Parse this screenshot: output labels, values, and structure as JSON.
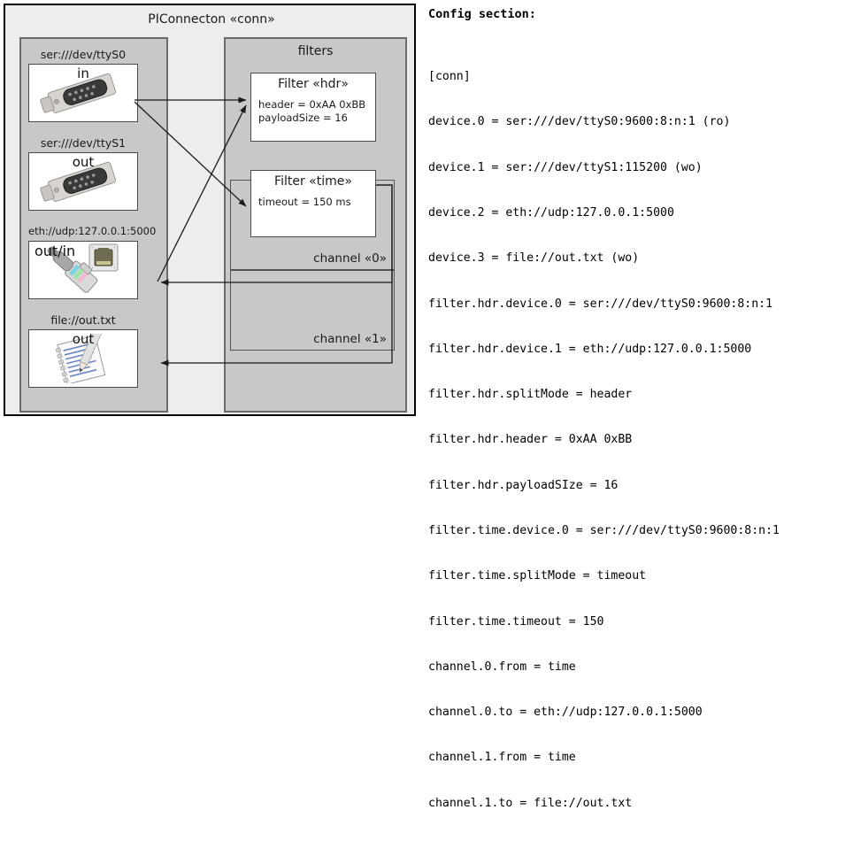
{
  "diagram": {
    "title": "PIConnecton «conn»",
    "devices_group": {
      "devices": [
        {
          "label": "ser:///dev/ttyS0",
          "io": "in",
          "icon": "serial-connector-icon"
        },
        {
          "label": "ser:///dev/ttyS1",
          "io": "out",
          "icon": "serial-connector-icon"
        },
        {
          "label": "eth://udp:127.0.0.1:5000",
          "io": "out/in",
          "icon": "ethernet-plug-icon"
        },
        {
          "label": "file://out.txt",
          "io": "out",
          "icon": "text-file-pencil-icon"
        }
      ]
    },
    "filters_group": {
      "title": "filters",
      "filters": [
        {
          "title": "Filter «hdr»",
          "attrs": [
            "header = 0xAA 0xBB",
            "payloadSize = 16"
          ]
        },
        {
          "title": "Filter «time»",
          "attrs": [
            "timeout = 150 ms"
          ]
        }
      ],
      "channels": [
        {
          "label": "channel «0»"
        },
        {
          "label": "channel «1»"
        }
      ]
    }
  },
  "config": {
    "heading": "Config section:",
    "lines": [
      "[conn]",
      "device.0 = ser:///dev/ttyS0:9600:8:n:1 (ro)",
      "device.1 = ser:///dev/ttyS1:115200 (wo)",
      "device.2 = eth://udp:127.0.0.1:5000",
      "device.3 = file://out.txt (wo)",
      "filter.hdr.device.0 = ser:///dev/ttyS0:9600:8:n:1",
      "filter.hdr.device.1 = eth://udp:127.0.0.1:5000",
      "filter.hdr.splitMode = header",
      "filter.hdr.header = 0xAA 0xBB",
      "filter.hdr.payloadSIze = 16",
      "filter.time.device.0 = ser:///dev/ttyS0:9600:8:n:1",
      "filter.time.splitMode = timeout",
      "filter.time.timeout = 150",
      "channel.0.from = time",
      "channel.0.to = eth://udp:127.0.0.1:5000",
      "channel.1.from = time",
      "channel.1.to = file://out.txt"
    ]
  },
  "colors": {
    "frame_border": "#000000",
    "frame_fill": "#ededed",
    "group_fill": "#c8c8c8",
    "group_border": "#6b6b6b",
    "box_fill": "#ffffff",
    "box_border": "#4a4a4a",
    "connector_stroke": "#1a1a1a"
  }
}
